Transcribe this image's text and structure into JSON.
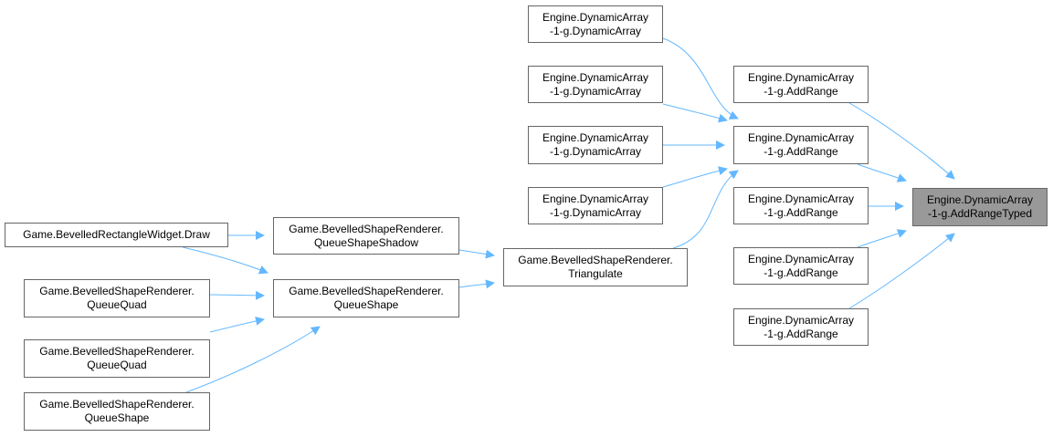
{
  "graph": {
    "type": "caller-graph",
    "edge_color": "#63b8ff",
    "focus_fill": "#999999",
    "node_border": "#666666",
    "nodes": [
      {
        "id": "target",
        "lines": [
          "Engine.DynamicArray",
          "-1-g.AddRangeTyped"
        ],
        "focus": true
      },
      {
        "id": "ar1",
        "lines": [
          "Engine.DynamicArray",
          "-1-g.AddRange"
        ]
      },
      {
        "id": "ar2",
        "lines": [
          "Engine.DynamicArray",
          "-1-g.AddRange"
        ]
      },
      {
        "id": "ar3",
        "lines": [
          "Engine.DynamicArray",
          "-1-g.AddRange"
        ]
      },
      {
        "id": "ar4",
        "lines": [
          "Engine.DynamicArray",
          "-1-g.AddRange"
        ]
      },
      {
        "id": "ar5",
        "lines": [
          "Engine.DynamicArray",
          "-1-g.AddRange"
        ]
      },
      {
        "id": "da1",
        "lines": [
          "Engine.DynamicArray",
          "-1-g.DynamicArray"
        ]
      },
      {
        "id": "da2",
        "lines": [
          "Engine.DynamicArray",
          "-1-g.DynamicArray"
        ]
      },
      {
        "id": "da3",
        "lines": [
          "Engine.DynamicArray",
          "-1-g.DynamicArray"
        ]
      },
      {
        "id": "da4",
        "lines": [
          "Engine.DynamicArray",
          "-1-g.DynamicArray"
        ]
      },
      {
        "id": "tri",
        "lines": [
          "Game.BevelledShapeRenderer.",
          "Triangulate"
        ]
      },
      {
        "id": "qss",
        "lines": [
          "Game.BevelledShapeRenderer.",
          "QueueShapeShadow"
        ]
      },
      {
        "id": "qs",
        "lines": [
          "Game.BevelledShapeRenderer.",
          "QueueShape"
        ]
      },
      {
        "id": "draw",
        "lines": [
          "Game.BevelledRectangleWidget.Draw"
        ]
      },
      {
        "id": "qq1",
        "lines": [
          "Game.BevelledShapeRenderer.",
          "QueueQuad"
        ]
      },
      {
        "id": "qq2",
        "lines": [
          "Game.BevelledShapeRenderer.",
          "QueueQuad"
        ]
      },
      {
        "id": "qs2",
        "lines": [
          "Game.BevelledShapeRenderer.",
          "QueueShape"
        ]
      }
    ],
    "edges": [
      {
        "from": "ar1",
        "to": "target"
      },
      {
        "from": "ar2",
        "to": "target"
      },
      {
        "from": "ar3",
        "to": "target"
      },
      {
        "from": "ar4",
        "to": "target"
      },
      {
        "from": "ar5",
        "to": "target"
      },
      {
        "from": "da1",
        "to": "ar2"
      },
      {
        "from": "da2",
        "to": "ar2"
      },
      {
        "from": "da3",
        "to": "ar2"
      },
      {
        "from": "da4",
        "to": "ar2"
      },
      {
        "from": "tri",
        "to": "ar2"
      },
      {
        "from": "qss",
        "to": "tri"
      },
      {
        "from": "qs",
        "to": "tri"
      },
      {
        "from": "draw",
        "to": "qss"
      },
      {
        "from": "draw",
        "to": "qs"
      },
      {
        "from": "qq1",
        "to": "qs"
      },
      {
        "from": "qq2",
        "to": "qs"
      },
      {
        "from": "qs2",
        "to": "qs"
      }
    ]
  }
}
